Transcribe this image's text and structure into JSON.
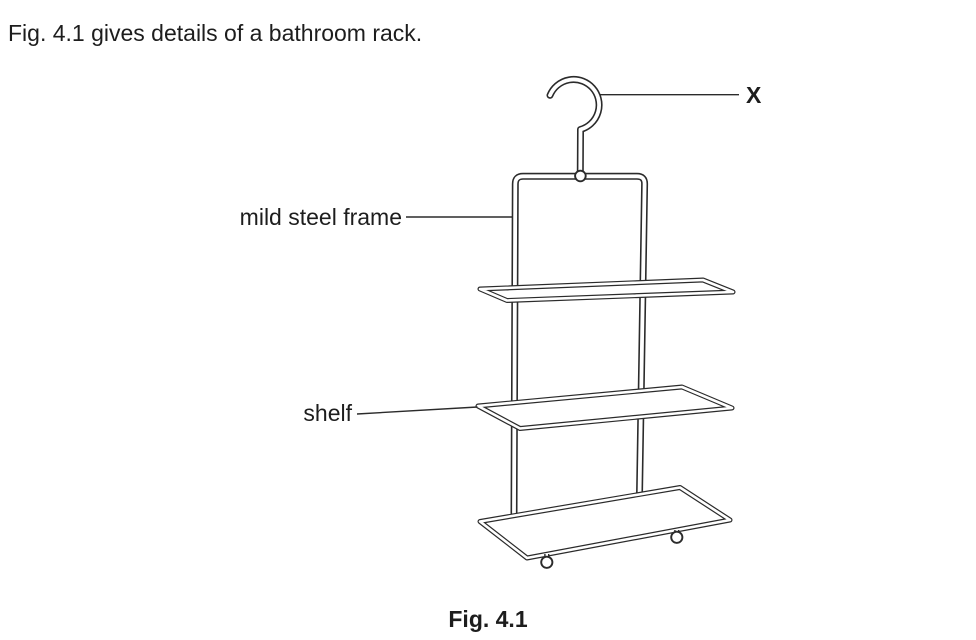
{
  "page": {
    "intro_text": "Fig. 4.1 gives details of a bathroom rack.",
    "caption": "Fig. 4.1"
  },
  "figure": {
    "labels": {
      "hook": "X",
      "frame": "mild steel frame",
      "shelf": "shelf"
    },
    "parts": [
      "question-mark shaped hanging hook (X) with ball joint",
      "rectangular mild steel wire frame",
      "three shelves drawn in perspective",
      "two small ball feet under the bottom shelf"
    ],
    "colors": {
      "line": "#2b2b2b",
      "text": "#1d1d1d",
      "background": "#ffffff"
    }
  }
}
